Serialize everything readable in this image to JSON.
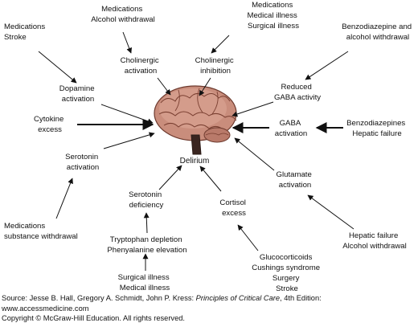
{
  "center_label": "Delirium",
  "nodes": {
    "meds_stroke": [
      "Medications",
      "Stroke"
    ],
    "meds_alcohol": [
      "Medications",
      "Alcohol withdrawal"
    ],
    "meds_illness": [
      "Medications",
      "Medical illness",
      "Surgical illness"
    ],
    "benzo_alcohol": [
      "Benzodiazepine and",
      "alcohol withdrawal"
    ],
    "dopamine": [
      "Dopamine",
      "activation"
    ],
    "chol_activation": [
      "Cholinergic",
      "activation"
    ],
    "chol_inhibition": [
      "Cholinergic",
      "inhibition"
    ],
    "reduced_gaba": [
      "Reduced",
      "GABA activity"
    ],
    "cytokine": [
      "Cytokine",
      "excess"
    ],
    "gaba_activation": [
      "GABA",
      "activation"
    ],
    "benzo_hepatic": [
      "Benzodiazepines",
      "Hepatic failure"
    ],
    "serotonin_act": [
      "Serotonin",
      "activation"
    ],
    "glutamate": [
      "Glutamate",
      "activation"
    ],
    "serotonin_def": [
      "Serotonin",
      "deficiency"
    ],
    "cortisol": [
      "Cortisol",
      "excess"
    ],
    "meds_substance": [
      "Medications",
      "substance withdrawal"
    ],
    "hepatic_alcohol": [
      "Hepatic failure",
      "Alcohol withdrawal"
    ],
    "tryptophan": [
      "Tryptophan depletion",
      "Phenyalanine elevation"
    ],
    "glucocorticoids": [
      "Glucocorticoids",
      "Cushings syndrome",
      "Surgery",
      "Stroke"
    ],
    "surgical_medical": [
      "Surgical illness",
      "Medical illness"
    ]
  },
  "source": {
    "prefix": "Source: Jesse B. Hall, Gregory A. Schmidt, John P. Kress: ",
    "book": "Principles of Critical Care",
    "suffix": ", 4th Edition:",
    "url": "www.accessmedicine.com",
    "copyright": "Copyright © McGraw-Hill Education. All rights reserved."
  }
}
